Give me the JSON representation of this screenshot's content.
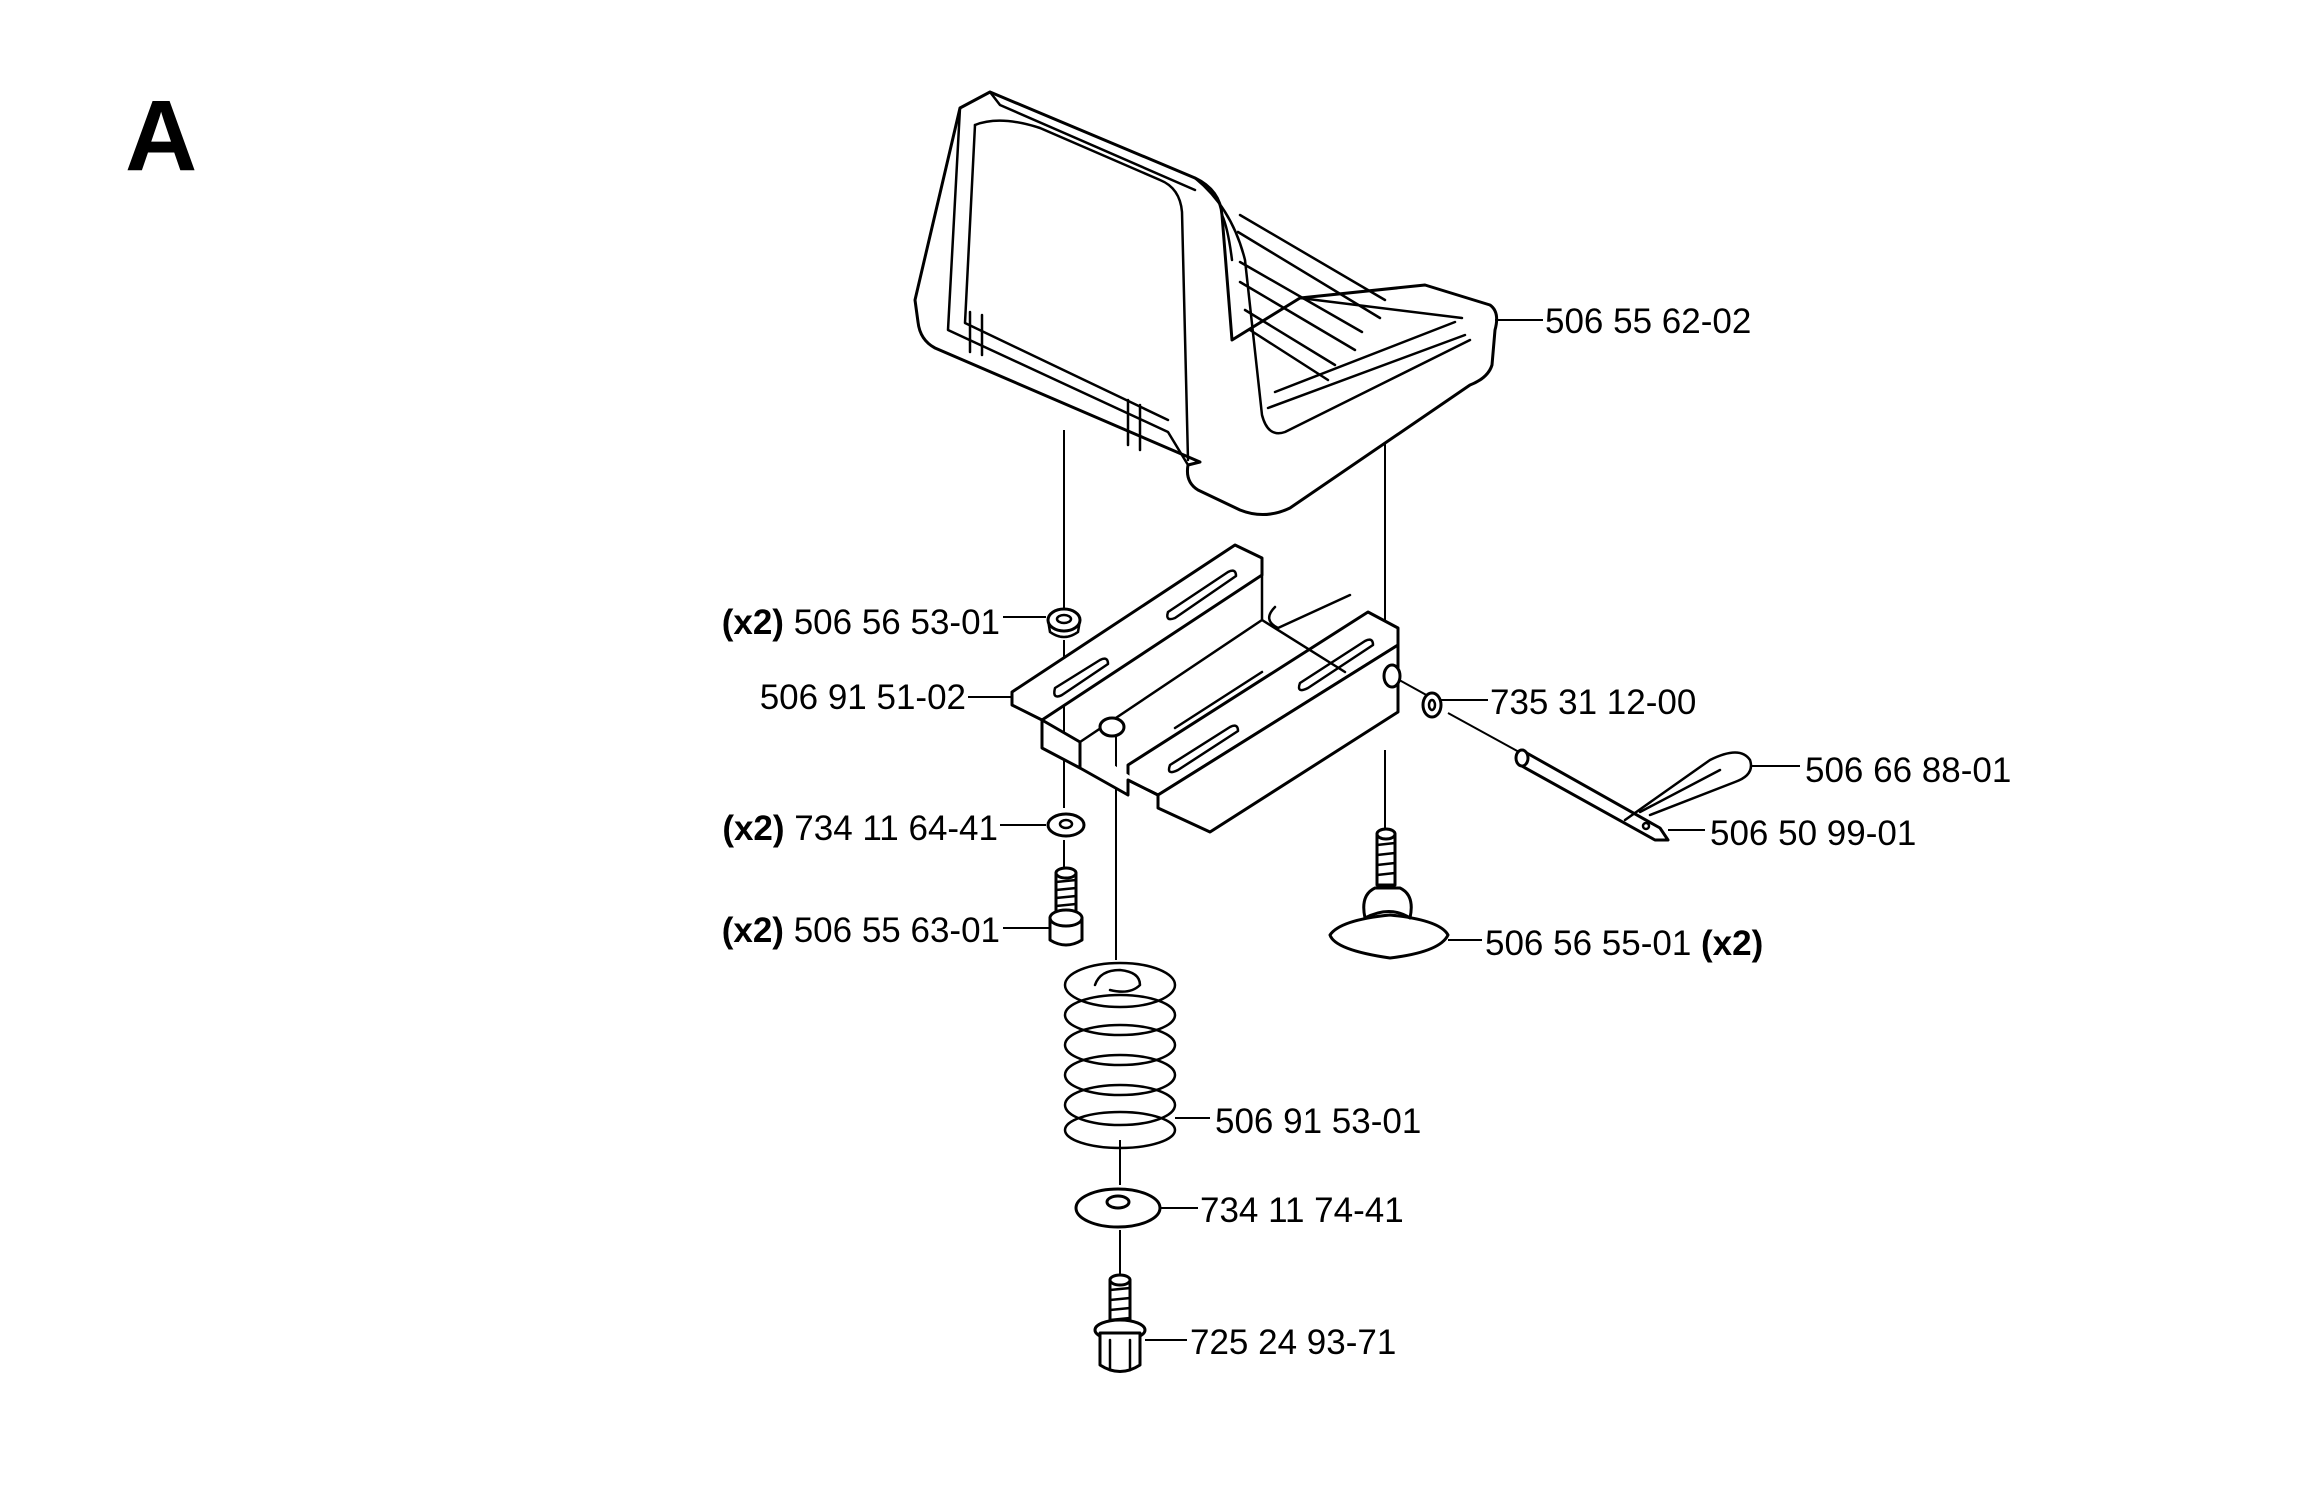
{
  "section_label": "A",
  "callouts": [
    {
      "id": "seat",
      "part_number": "506 55 62-02",
      "qty_prefix": "",
      "qty_suffix": ""
    },
    {
      "id": "nut",
      "part_number": "506 56 53-01",
      "qty_prefix": "(x2)",
      "qty_suffix": ""
    },
    {
      "id": "bracket",
      "part_number": "506 91 51-02",
      "qty_prefix": "",
      "qty_suffix": ""
    },
    {
      "id": "washer-small",
      "part_number": "735 31 12-00",
      "qty_prefix": "",
      "qty_suffix": ""
    },
    {
      "id": "hairpin",
      "part_number": "506 66 88-01",
      "qty_prefix": "",
      "qty_suffix": ""
    },
    {
      "id": "pin",
      "part_number": "506 50 99-01",
      "qty_prefix": "",
      "qty_suffix": ""
    },
    {
      "id": "washer",
      "part_number": "734 11 64-41",
      "qty_prefix": "(x2)",
      "qty_suffix": ""
    },
    {
      "id": "screw",
      "part_number": "506 55 63-01",
      "qty_prefix": "(x2)",
      "qty_suffix": ""
    },
    {
      "id": "knob",
      "part_number": "506 56 55-01",
      "qty_prefix": "",
      "qty_suffix": "(x2)"
    },
    {
      "id": "spring",
      "part_number": "506 91 53-01",
      "qty_prefix": "",
      "qty_suffix": ""
    },
    {
      "id": "spring-washer",
      "part_number": "734 11 74-41",
      "qty_prefix": "",
      "qty_suffix": ""
    },
    {
      "id": "flange-bolt",
      "part_number": "725 24 93-71",
      "qty_prefix": "",
      "qty_suffix": ""
    }
  ]
}
